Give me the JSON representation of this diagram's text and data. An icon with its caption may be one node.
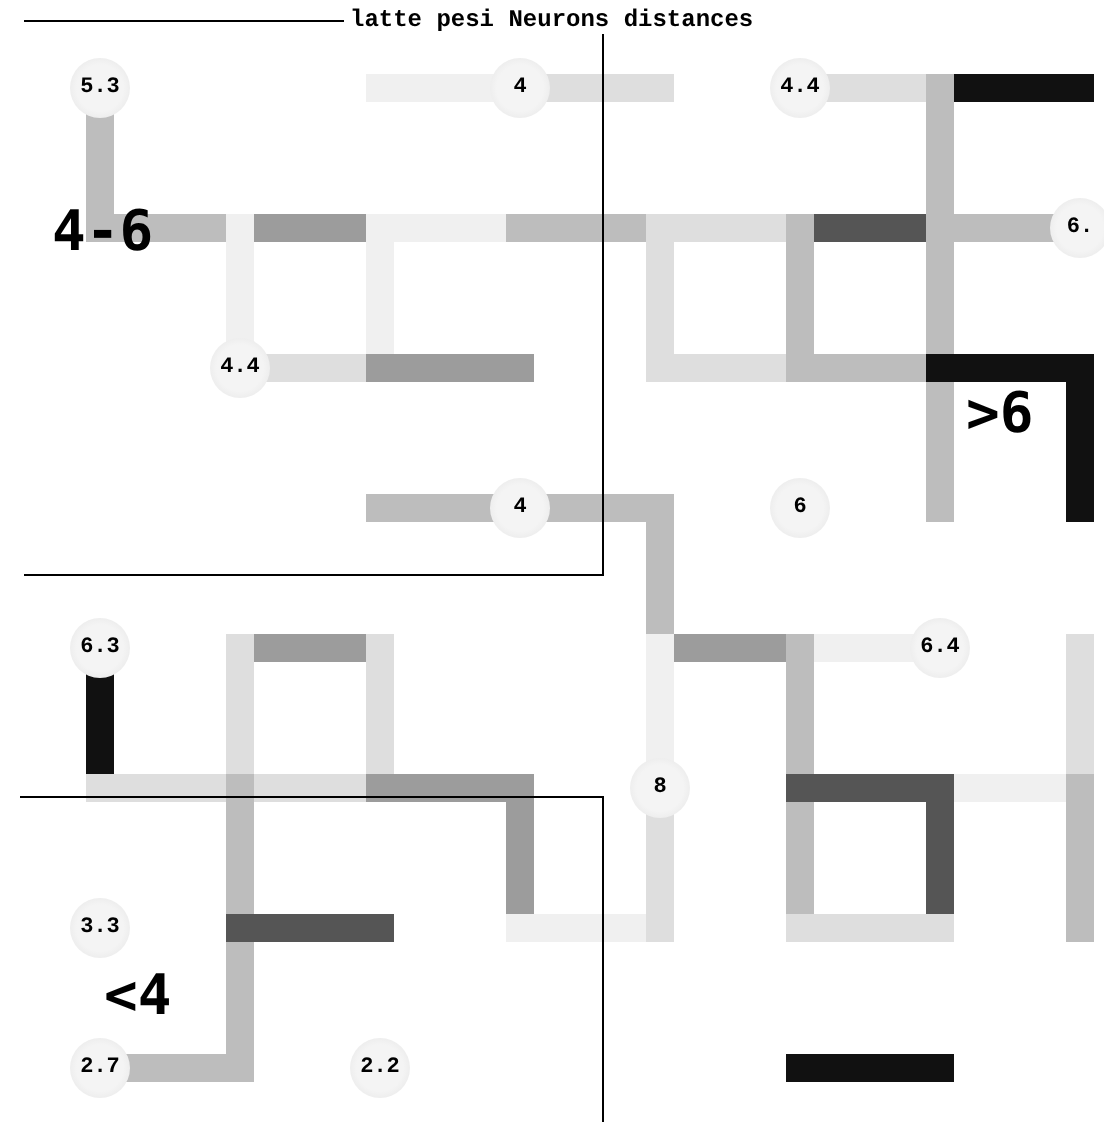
{
  "diagram": {
    "title": "latte pesi Neurons distances",
    "nodes": [
      {
        "text": [
          "4-6"
        ]
      },
      {
        "text": [
          "<4"
        ]
      }
    ],
    "labels": [
      "5.3",
      "4",
      "4.4",
      "6.",
      "4.4",
      "4",
      "6",
      "6.3",
      "6.4",
      "8",
      "3.3",
      "2.7",
      "2.2",
      ">6"
    ]
  }
}
